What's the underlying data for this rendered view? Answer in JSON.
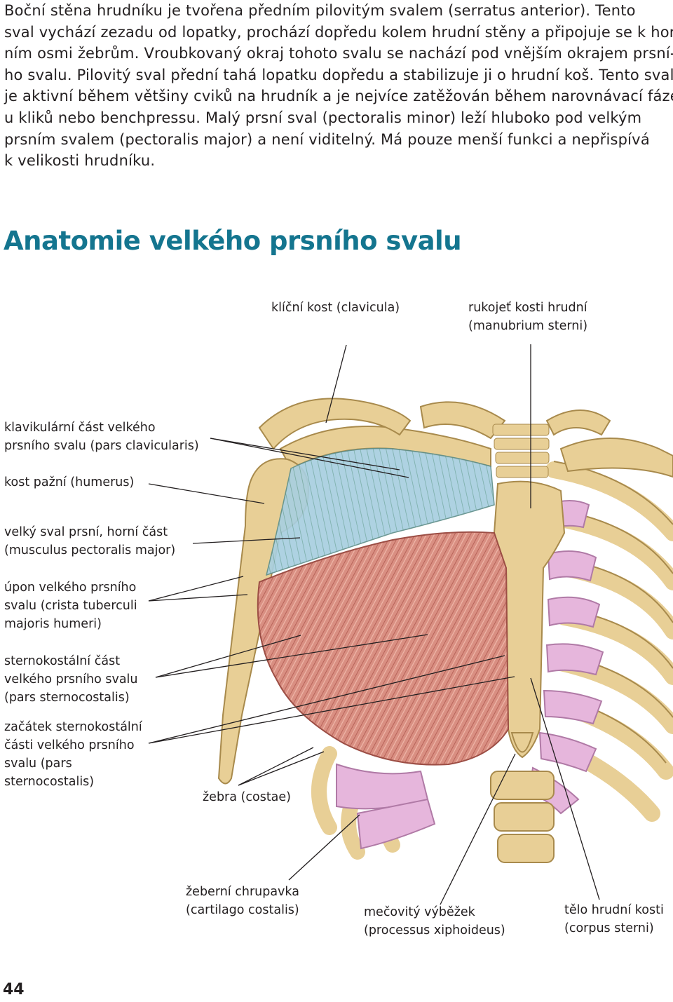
{
  "paragraph": [
    "Boční stěna hrudníku je tvořena předním pilovitým svalem (serratus anterior). Tento",
    "sval vychází zezadu od lopatky, prochází dopředu kolem hrudní stěny a připojuje se k hor-",
    "ním osmi žebrům. Vroubkovaný okraj tohoto svalu se nachází pod vnějším okrajem prsní-",
    "ho svalu. Pilovitý sval přední tahá lopatku dopředu a stabilizuje ji o hrudní koš. Tento sval",
    "je aktivní během většiny cviků na hrudník a je nejvíce zatěžován během narovnávací fáze",
    "u kliků nebo benchpressu. Malý prsní sval (pectoralis minor) leží hluboko pod  velkým",
    "prsním svalem (pectoralis major) a není viditelný. Má pouze menší funkci a nepřispívá",
    "k velikosti hrudníku."
  ],
  "title": "Anatomie velkého prsního svalu",
  "labels": {
    "clavicula": [
      "klíční kost (clavicula)"
    ],
    "manubrium": [
      "rukojeť kosti hrudní",
      "(manubrium sterni)"
    ],
    "clavicularis": [
      "klavikulární část velkého",
      "prsního svalu (pars clavicularis)"
    ],
    "humerus": [
      "kost pažní (humerus)"
    ],
    "pectoralis_upper": [
      "velký sval prsní, horní část",
      "(musculus pectoralis major)"
    ],
    "insertion": [
      "úpon velkého prsního",
      "svalu (crista tuberculi",
      "majoris humeri)"
    ],
    "sternocostalis": [
      "sternokostální část",
      "velkého prsního svalu",
      "(pars sternocostalis)"
    ],
    "origin": [
      "začátek sternokostální",
      "části velkého prsního",
      "svalu (pars",
      "sternocostalis)"
    ],
    "costae": [
      "žebra (costae)"
    ],
    "cartilago": [
      "žeberní chrupavka",
      "(cartilago costalis)"
    ],
    "xiphoid": [
      "mečovitý výběžek",
      "(processus xiphoideus)"
    ],
    "corpus": [
      "tělo hrudní kosti",
      "(corpus sterni)"
    ]
  },
  "page_number": "44",
  "colors": {
    "title": "#14758f",
    "bone": "#e8cf96",
    "bone_outline": "#a88a4c",
    "cartilage": "#e6b6dc",
    "muscle": "#d98f82",
    "muscle_upper": "#a8cfe0"
  }
}
